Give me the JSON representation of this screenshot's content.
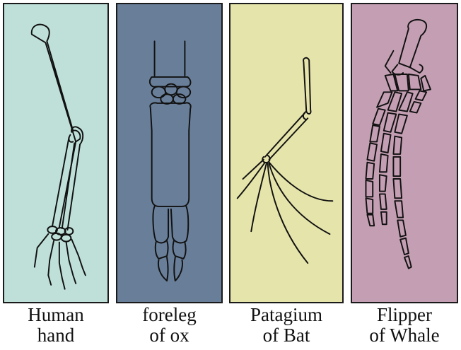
{
  "panels": [
    {
      "caption_line1": "Human",
      "caption_line2": "hand",
      "background": "#bfe0d9"
    },
    {
      "caption_line1": "foreleg",
      "caption_line2": "of ox",
      "background": "#697f99"
    },
    {
      "caption_line1": "Patagium",
      "caption_line2": "of Bat",
      "background": "#e5e4ab"
    },
    {
      "caption_line1": "Flipper",
      "caption_line2": "of Whale",
      "background": "#c49fb3"
    }
  ]
}
